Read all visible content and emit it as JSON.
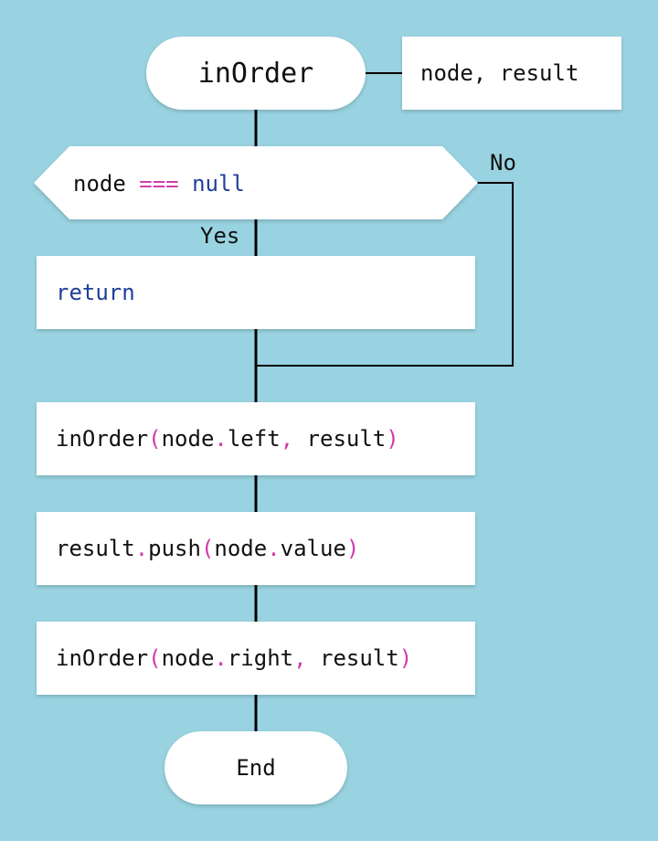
{
  "flowchart": {
    "start": {
      "label": "inOrder"
    },
    "params": {
      "text": "node, result"
    },
    "decision": {
      "variable": "node",
      "operator": "===",
      "value": "null",
      "yes_label": "Yes",
      "no_label": "No"
    },
    "return_step": {
      "keyword": "return"
    },
    "step1": {
      "fn": "inOrder",
      "open": "(",
      "obj": "node",
      "dot": ".",
      "prop": "left",
      "comma": ",",
      "arg2": " result",
      "close": ")"
    },
    "step2": {
      "obj": "result",
      "dot": ".",
      "fn": "push",
      "open": "(",
      "arg_obj": "node",
      "dot2": ".",
      "arg_prop": "value",
      "close": ")"
    },
    "step3": {
      "fn": "inOrder",
      "open": "(",
      "obj": "node",
      "dot": ".",
      "prop": "right",
      "comma": ",",
      "arg2": " result",
      "close": ")"
    },
    "end": {
      "label": "End"
    }
  },
  "colors": {
    "background": "#99d3e1",
    "box": "#ffffff",
    "keyword": "#1f3f9a",
    "operator": "#d23aa8",
    "line": "#000000"
  }
}
